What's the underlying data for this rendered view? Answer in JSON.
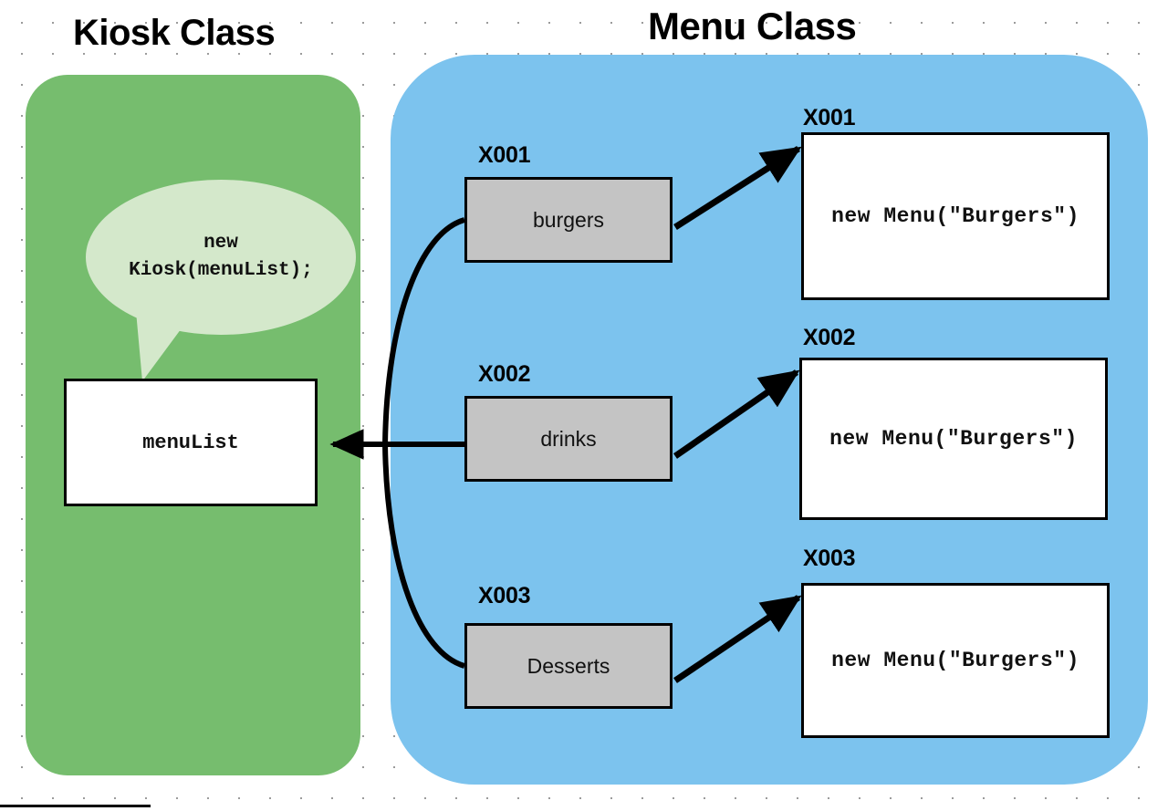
{
  "diagram": {
    "title_left": "Kiosk Class",
    "title_right": "Menu Class",
    "speech_bubble": "new\nKiosk(menuList);",
    "kiosk": {
      "variable_box_label": "menuList"
    },
    "menu": {
      "references": [
        {
          "address": "X001",
          "name": "burgers"
        },
        {
          "address": "X002",
          "name": "drinks"
        },
        {
          "address": "X003",
          "name": "Desserts"
        }
      ],
      "objects": [
        {
          "address": "X001",
          "code": "new Menu(\"Burgers\")"
        },
        {
          "address": "X002",
          "code": "new Menu(\"Burgers\")"
        },
        {
          "address": "X003",
          "code": "new Menu(\"Burgers\")"
        }
      ]
    },
    "colors": {
      "kiosk_panel": "#76bd6e",
      "menu_panel": "#7cc3ee",
      "speech_bubble": "#d4e8cb",
      "reference_box": "#c4c4c4",
      "object_box": "#ffffff",
      "stroke": "#000000"
    }
  }
}
